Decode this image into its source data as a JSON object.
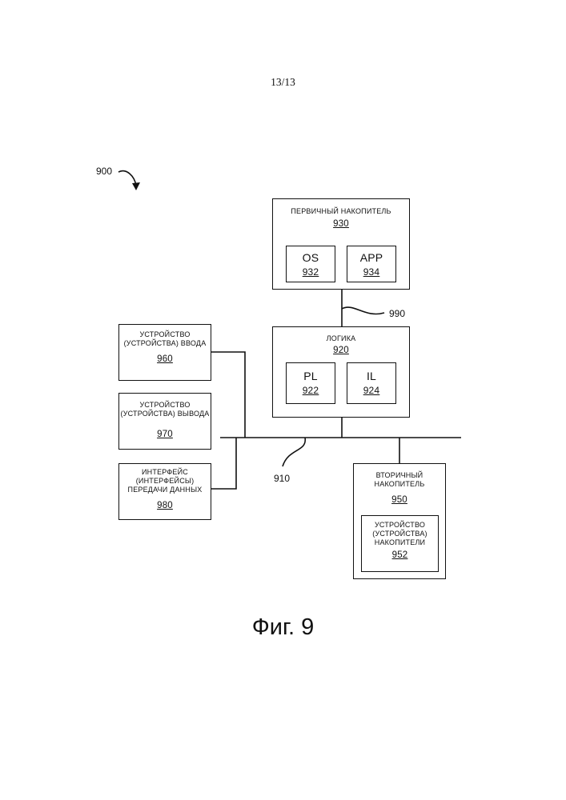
{
  "page": {
    "number": "13/13"
  },
  "figure": {
    "id": "900",
    "caption": "Фиг. 9"
  },
  "bus": {
    "id": "910"
  },
  "link": {
    "id": "990"
  },
  "logic": {
    "title": "ЛОГИКА",
    "id": "920",
    "pl": {
      "title": "PL",
      "id": "922"
    },
    "il": {
      "title": "IL",
      "id": "924"
    }
  },
  "primary_storage": {
    "title": "ПЕРВИЧНЫЙ НАКОПИТЕЛЬ",
    "id": "930",
    "os": {
      "title": "OS",
      "id": "932"
    },
    "app": {
      "title": "APP",
      "id": "934"
    }
  },
  "secondary_storage": {
    "title_line1": "ВТОРИЧНЫЙ",
    "title_line2": "НАКОПИТЕЛЬ",
    "id": "950",
    "devices": {
      "line1": "УСТРОЙСТВО",
      "line2": "(УСТРОЙСТВА)",
      "line3": "НАКОПИТЕЛИ",
      "id": "952"
    }
  },
  "input_devices": {
    "line1": "УСТРОЙСТВО",
    "line2": "(УСТРОЙСТВА) ВВОДА",
    "id": "960"
  },
  "output_devices": {
    "line1": "УСТРОЙСТВО",
    "line2": "(УСТРОЙСТВА) ВЫВОДА",
    "id": "970"
  },
  "comm_interface": {
    "line1": "ИНТЕРФЕЙС",
    "line2": "(ИНТЕРФЕЙСЫ)",
    "line3": "ПЕРЕДАЧИ ДАННЫХ",
    "id": "980"
  }
}
